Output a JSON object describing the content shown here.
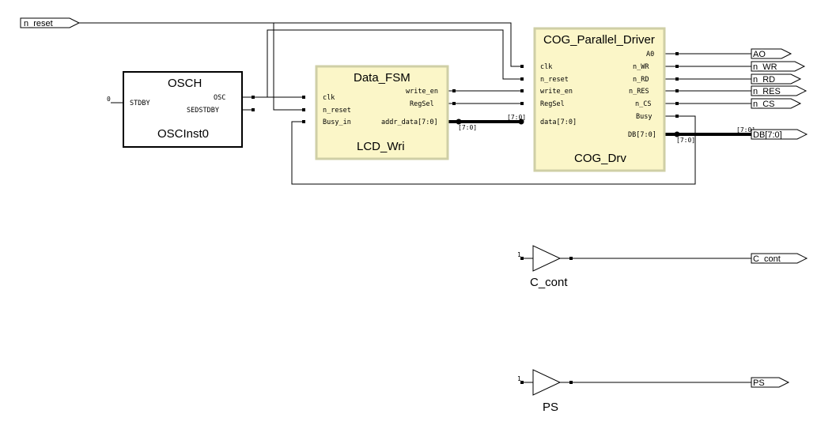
{
  "inputs": {
    "n_reset": "n_reset"
  },
  "osch": {
    "name": "OSCH",
    "instance": "OSCInst0",
    "pins": {
      "stdby": "STDBY",
      "osc": "OSC",
      "sedstdby": "SEDSTDBY"
    },
    "stdby_const": "0"
  },
  "data_fsm": {
    "name": "Data_FSM",
    "instance": "LCD_Wri",
    "pins": {
      "clk": "clk",
      "n_reset": "n_reset",
      "busy_in": "Busy_in",
      "write_en": "write_en",
      "regsel": "RegSel",
      "addr_data": "addr_data[7:0]"
    }
  },
  "cog": {
    "name": "COG_Parallel_Driver",
    "instance": "COG_Drv",
    "pins": {
      "clk": "clk",
      "n_reset": "n_reset",
      "write_en": "write_en",
      "regsel": "RegSel",
      "data": "data[7:0]",
      "a0": "A0",
      "n_wr": "n_WR",
      "n_rd": "n_RD",
      "n_res": "n_RES",
      "n_cs": "n_CS",
      "busy": "Busy",
      "db": "DB[7:0]"
    }
  },
  "outputs": {
    "a0": "AO",
    "n_wr": "n_WR",
    "n_rd": "n_RD",
    "n_res": "n_RES",
    "n_cs": "n_CS",
    "db": "DB[7:0]",
    "c_cont": "C_cont",
    "ps": "PS"
  },
  "bus_labels": {
    "fsm_out": "[7:0]",
    "cog_in": "[7:0]",
    "cog_out": "[7:0]",
    "db_port": "[7:0]"
  },
  "buffers": {
    "c_cont": {
      "label": "C_cont",
      "const": "1"
    },
    "ps": {
      "label": "PS",
      "const": "1"
    }
  }
}
